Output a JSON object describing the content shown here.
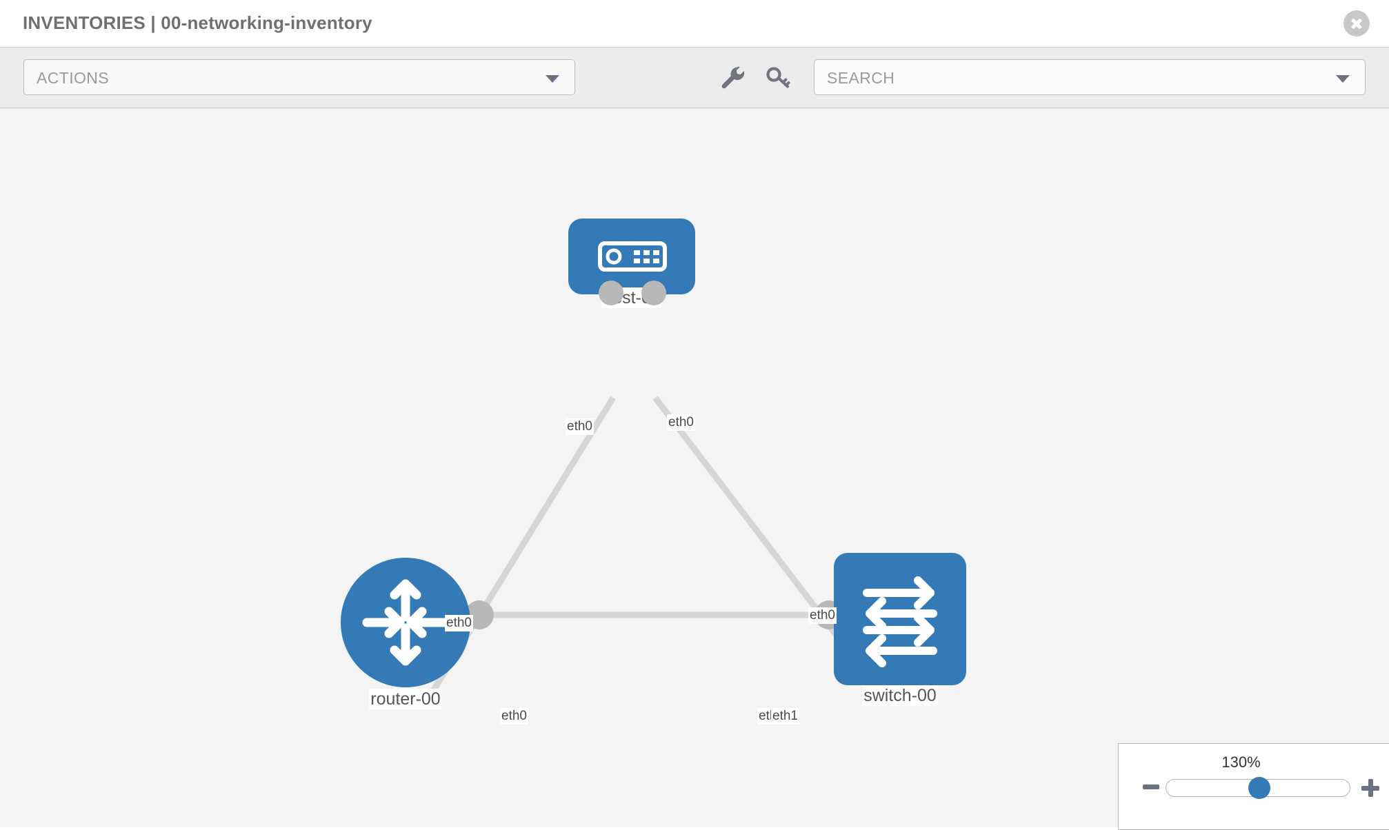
{
  "header": {
    "title": "INVENTORIES | 00-networking-inventory",
    "close_icon": "close-circle-icon"
  },
  "toolbar": {
    "actions": {
      "label": "ACTIONS",
      "caret_icon": "chevron-down-icon"
    },
    "icons": [
      {
        "name": "wrench-icon",
        "title": "wrench"
      },
      {
        "name": "key-icon",
        "title": "key"
      }
    ],
    "search": {
      "placeholder": "SEARCH",
      "value": "SEARCH",
      "caret_icon": "chevron-down-icon"
    }
  },
  "topology": {
    "accent_color": "#337ab7",
    "link_color": "#d6d6d6",
    "knob_color": "#b8b8b8",
    "canvas_color": "#f4f4f4",
    "nodes": [
      {
        "id": "host-00",
        "label": "host-00",
        "type": "host",
        "icon": "server-device-icon",
        "shape": "rounded-rect"
      },
      {
        "id": "router-00",
        "label": "router-00",
        "type": "router",
        "icon": "router-four-arrows-icon",
        "shape": "circle"
      },
      {
        "id": "switch-00",
        "label": "switch-00",
        "type": "switch",
        "icon": "switch-exchange-arrows-icon",
        "shape": "rounded-rect"
      }
    ],
    "links": [
      {
        "from": "host-00",
        "to": "router-00",
        "from_port": "eth0",
        "to_port": "eth0"
      },
      {
        "from": "host-00",
        "to": "switch-00",
        "from_port": "eth0",
        "to_port": "eth0"
      },
      {
        "from": "router-00",
        "to": "switch-00",
        "from_port": "eth0",
        "to_port": "eth1",
        "overlap_port": "eth0"
      }
    ],
    "port_labels": {
      "host_left": "eth0",
      "host_right": "eth0",
      "router_up": "eth0",
      "router_right": "eth0",
      "switch_up": "eth0",
      "switch_left_overlap": "eth0",
      "switch_left": "eth1"
    }
  },
  "zoom_control": {
    "value": "130%",
    "minus_label": "−",
    "plus_label": "+",
    "minus_icon": "minus-icon",
    "plus_icon": "plus-icon",
    "slider_name": "zoom-slider"
  }
}
